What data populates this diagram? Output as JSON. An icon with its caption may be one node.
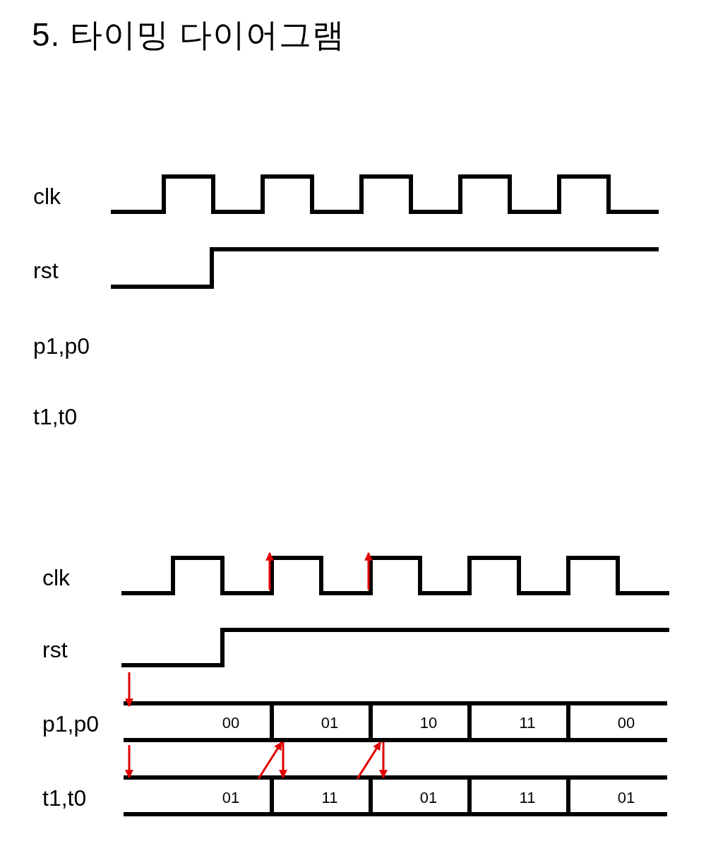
{
  "diagram": {
    "title": "5. 타이밍 다이어그램",
    "labels": [
      "clk",
      "rst",
      "p1,p0",
      "t1,t0",
      "clk",
      "rst",
      "p1,p0",
      "00",
      "01",
      "10",
      "11",
      "00",
      "t1,t0",
      "01",
      "11",
      "01",
      "11",
      "01"
    ]
  }
}
